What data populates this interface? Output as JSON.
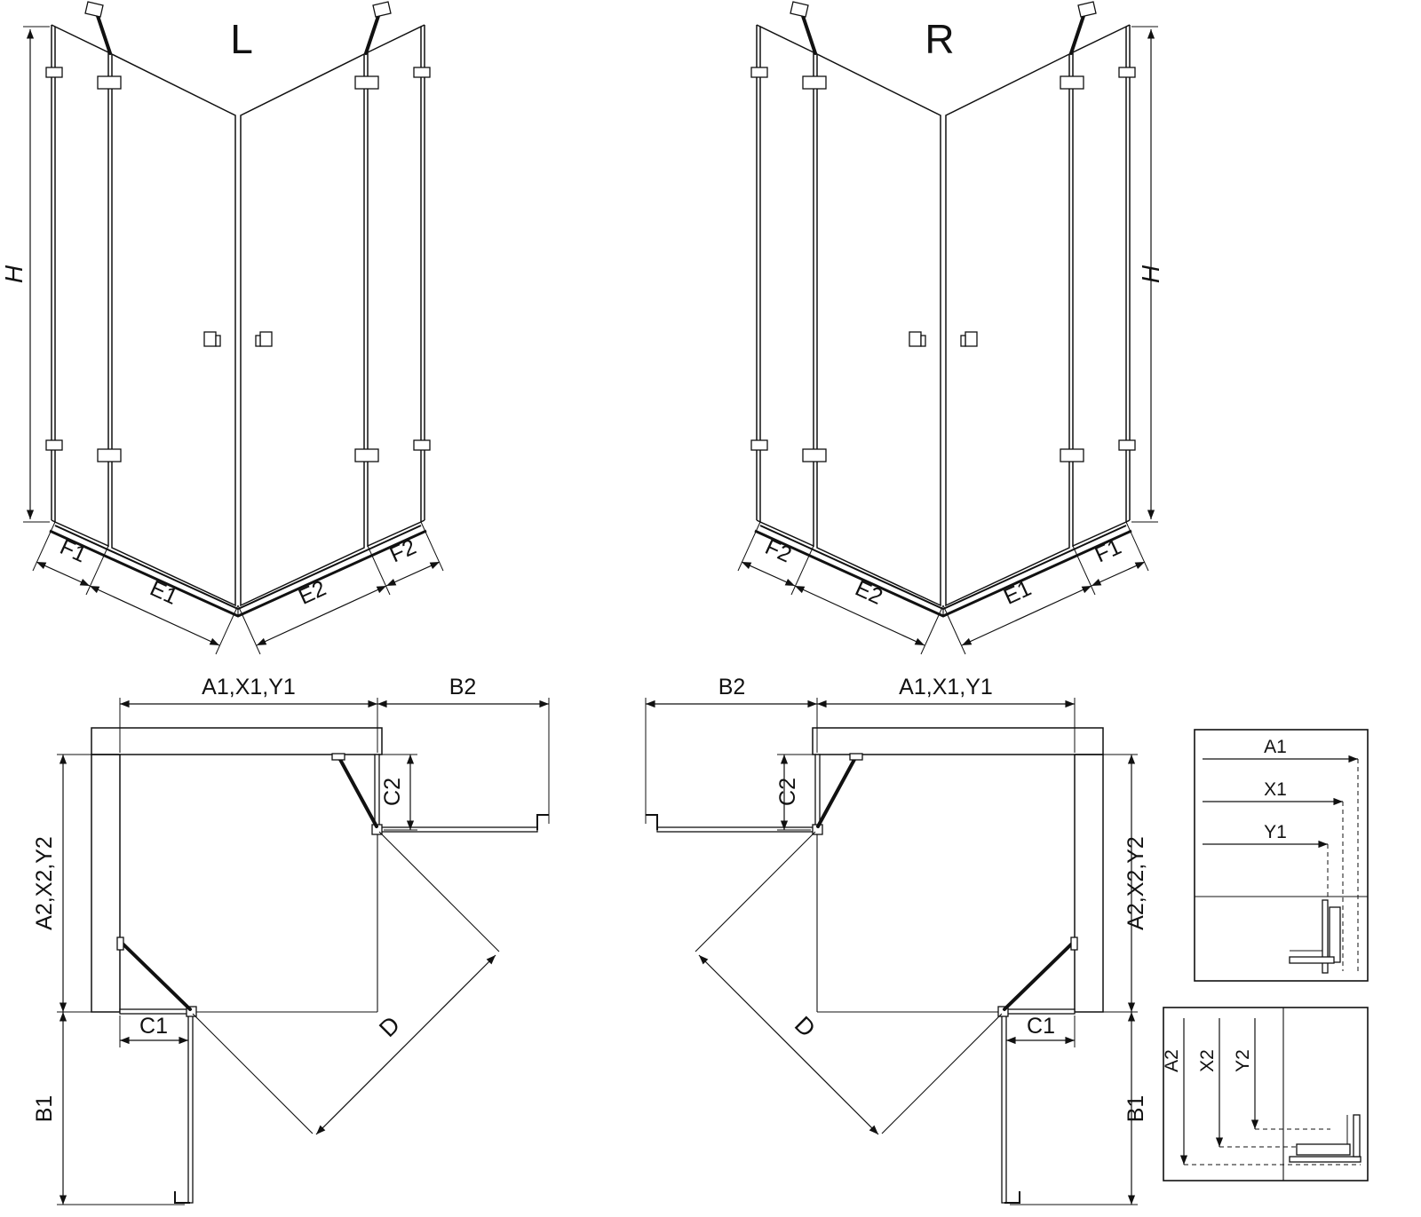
{
  "diagram": {
    "background": "#ffffff",
    "line_color": "#111111"
  },
  "views_3d": {
    "left": {
      "variant_label": "L",
      "height_label": "H",
      "width_labels": {
        "f1": "F1",
        "e1": "E1",
        "e2": "E2",
        "f2": "F2"
      }
    },
    "right": {
      "variant_label": "R",
      "height_label": "H",
      "width_labels": {
        "f2": "F2",
        "e2": "E2",
        "e1": "E1",
        "f1": "F1"
      }
    }
  },
  "plan_views": {
    "left": {
      "top_width": "A1,X1,Y1",
      "door_swing_top": "B2",
      "side_depth": "A2,X2,Y2",
      "fixed_top": "C2",
      "fixed_side": "C1",
      "door_swing_side": "B1",
      "diagonal": "D"
    },
    "right": {
      "door_swing_top": "B2",
      "top_width": "A1,X1,Y1",
      "fixed_top": "C2",
      "side_depth": "A2,X2,Y2",
      "fixed_side": "C1",
      "door_swing_side": "B1",
      "diagonal": "D"
    }
  },
  "detail_boxes": {
    "width": {
      "a1": "A1",
      "x1": "X1",
      "y1": "Y1"
    },
    "depth": {
      "a2": "A2",
      "x2": "X2",
      "y2": "Y2"
    }
  }
}
